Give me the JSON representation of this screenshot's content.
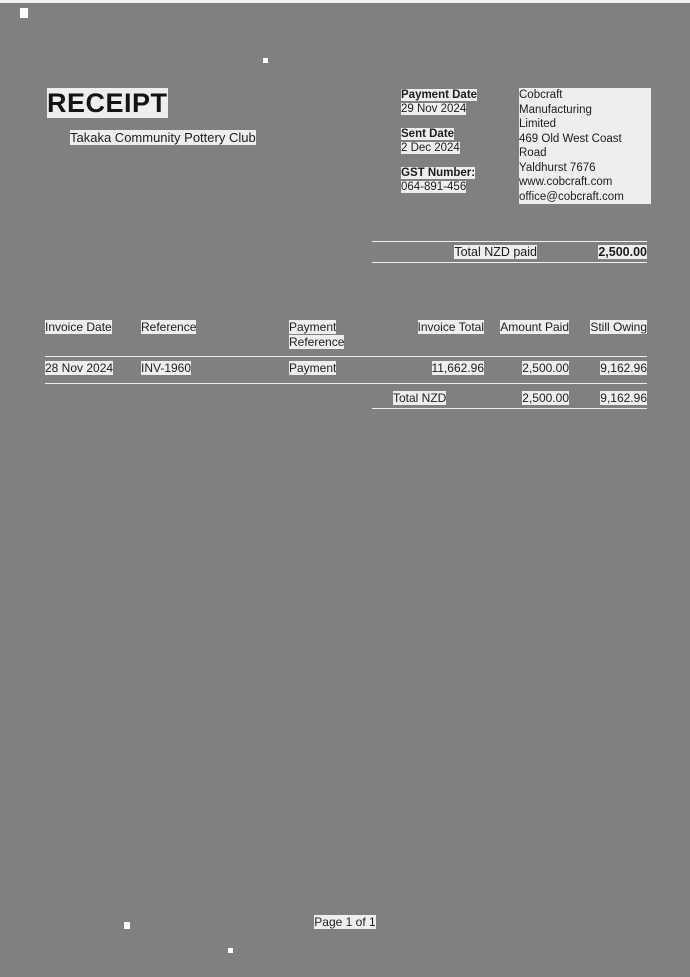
{
  "document": {
    "title": "RECEIPT",
    "client_name": "Takaka Community Pottery Club"
  },
  "meta": {
    "payment_date_label": "Payment Date",
    "payment_date_value": "29 Nov 2024",
    "sent_date_label": "Sent Date",
    "sent_date_value": "2 Dec 2024",
    "gst_label": "GST Number:",
    "gst_value": "064-891-456"
  },
  "organisation": {
    "line1": "Cobcraft",
    "line2": "Manufacturing",
    "line3": "Limited",
    "line4": "469 Old West Coast",
    "line5": "Road",
    "line6": "Yaldhurst 7676",
    "website": "www.cobcraft.com",
    "email": "office@cobcraft.com"
  },
  "paid_summary": {
    "label": "Total NZD paid",
    "amount": "2,500.00"
  },
  "table": {
    "headers": {
      "invoice_date": "Invoice Date",
      "reference": "Reference",
      "payment_reference": "Payment Reference",
      "invoice_total": "Invoice Total",
      "amount_paid": "Amount Paid",
      "still_owing": "Still Owing"
    },
    "rows": [
      {
        "invoice_date": "28 Nov 2024",
        "reference": "INV-1960",
        "payment_reference": "Payment",
        "invoice_total": "11,662.96",
        "amount_paid": "2,500.00",
        "still_owing": "9,162.96"
      }
    ],
    "totals": {
      "label": "Total NZD",
      "amount_paid": "2,500.00",
      "still_owing": "9,162.96"
    }
  },
  "footer": {
    "page_label": "Page 1 of 1"
  },
  "colors": {
    "background": "#808080",
    "text": "#1c1c1c",
    "highlight": "#eeeeee",
    "rule": "#f0f0f0"
  }
}
